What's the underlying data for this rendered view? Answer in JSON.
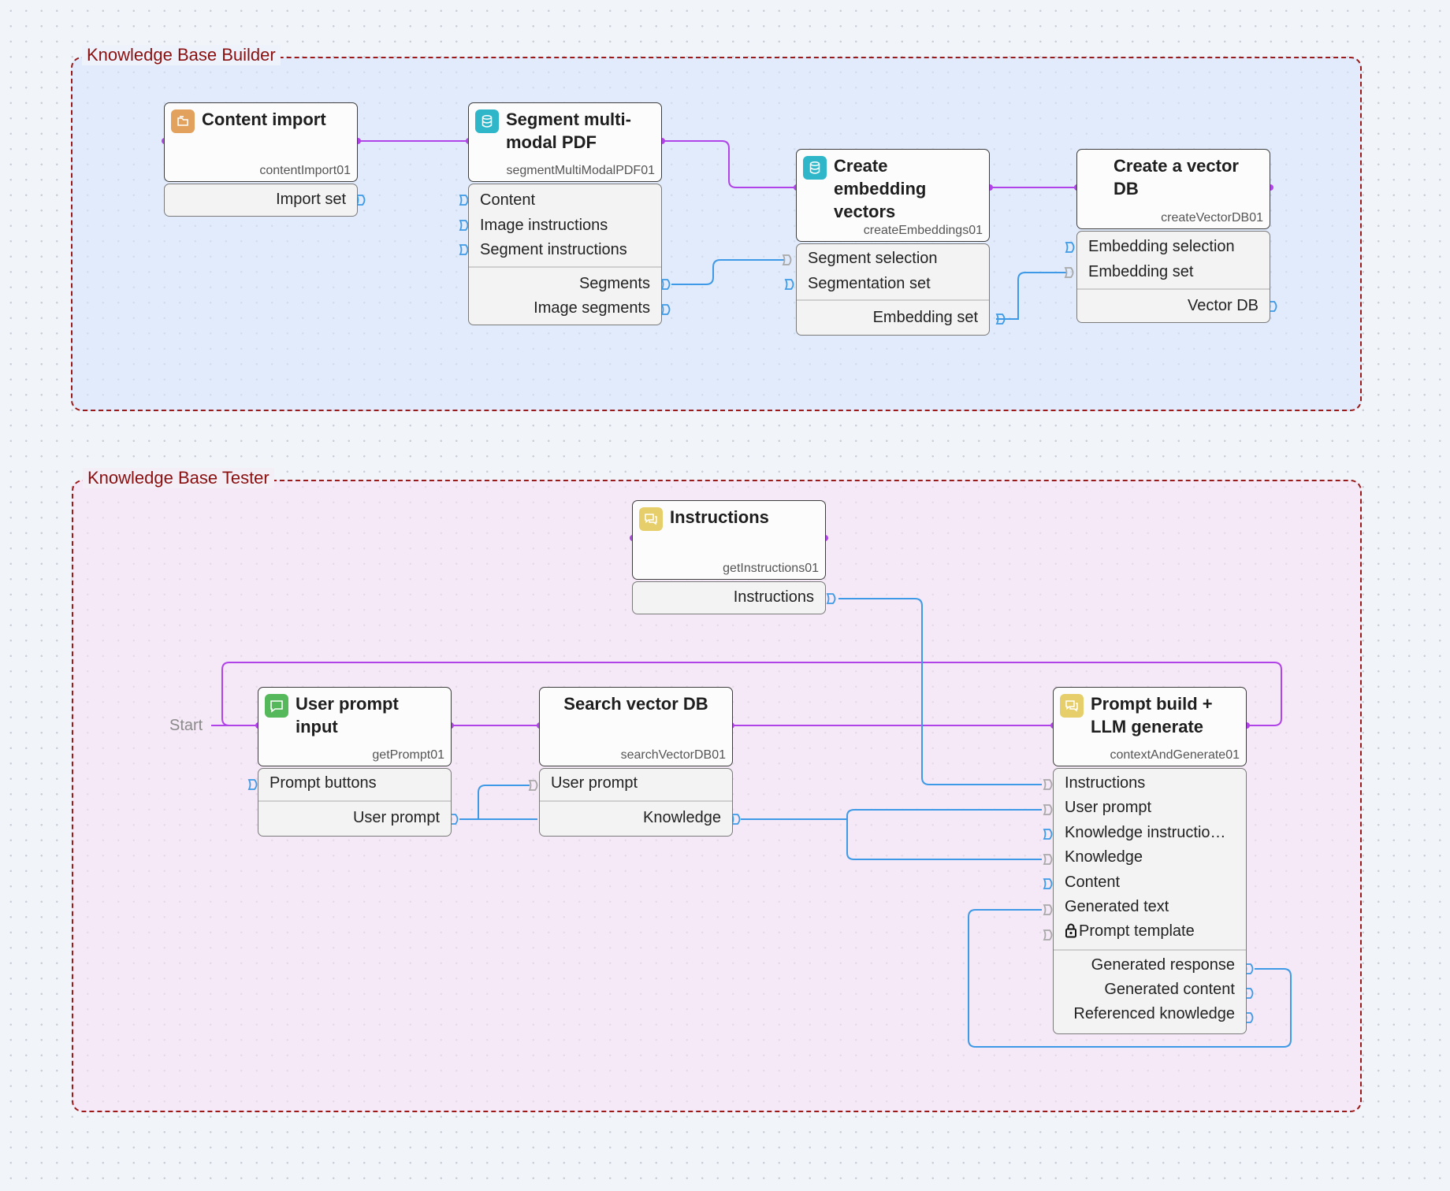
{
  "groups": {
    "builder": {
      "label": "Knowledge Base Builder"
    },
    "tester": {
      "label": "Knowledge Base Tester"
    }
  },
  "start_label": "Start",
  "colors": {
    "flow": "#b144e8",
    "data": "#3e9ae6",
    "group_border": "#9a1a1a",
    "import_icon": "#e2a15c",
    "db_icon": "#2fb7c9",
    "chat_icon": "#e6cf6a",
    "prompt_icon": "#55b95b"
  },
  "nodes": {
    "content_import": {
      "title": "Content import",
      "id": "contentImport01",
      "icon": "folder-icon",
      "outputs": [
        "Import set"
      ]
    },
    "segment_pdf": {
      "title": "Segment multi-modal PDF",
      "id": "segmentMultiModalPDF01",
      "icon": "database-icon",
      "inputs": [
        "Content",
        "Image instructions",
        "Segment instructions"
      ],
      "outputs": [
        "Segments",
        "Image segments"
      ]
    },
    "create_embeddings": {
      "title": "Create embedding vectors",
      "id": "createEmbeddings01",
      "icon": "database-icon",
      "inputs": [
        "Segment selection",
        "Segmentation set"
      ],
      "outputs": [
        "Embedding set"
      ]
    },
    "create_vector_db": {
      "title": "Create a vector DB",
      "id": "createVectorDB01",
      "inputs": [
        "Embedding selection",
        "Embedding set"
      ],
      "outputs": [
        "Vector DB"
      ]
    },
    "instructions": {
      "title": "Instructions",
      "id": "getInstructions01",
      "icon": "chat-bubbles-icon",
      "outputs": [
        "Instructions"
      ]
    },
    "user_prompt": {
      "title": "User prompt input",
      "id": "getPrompt01",
      "icon": "chat-icon",
      "inputs": [
        "Prompt buttons"
      ],
      "outputs": [
        "User prompt"
      ]
    },
    "search_vector_db": {
      "title": "Search vector DB",
      "id": "searchVectorDB01",
      "inputs": [
        "User prompt"
      ],
      "outputs": [
        "Knowledge"
      ]
    },
    "prompt_build": {
      "title": "Prompt build + LLM generate",
      "id": "contextAndGenerate01",
      "icon": "chat-bubbles-icon",
      "inputs": [
        "Instructions",
        "User prompt",
        "Knowledge instructio…",
        "Knowledge",
        "Content",
        "Generated text",
        "Prompt template"
      ],
      "outputs": [
        "Generated response",
        "Generated content",
        "Referenced knowledge"
      ]
    }
  }
}
